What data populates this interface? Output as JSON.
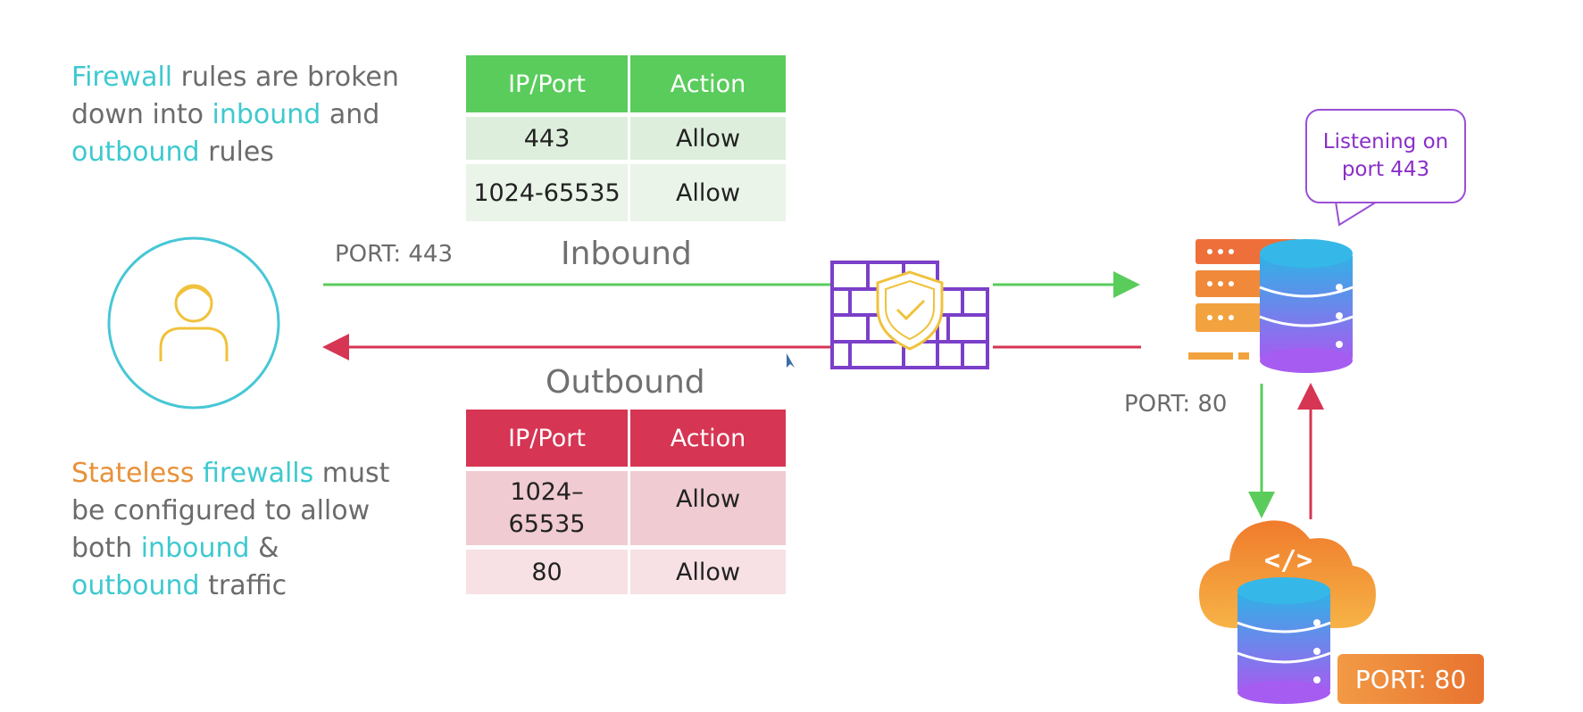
{
  "intro": {
    "w1": "Firewall",
    "w2": " rules are broken down into ",
    "w3": "inbound",
    "w4": " and ",
    "w5": "outbound",
    "w6": " rules"
  },
  "stateless": {
    "w1": "Stateless",
    "w2": " ",
    "w3": "firewalls",
    "w4": " must be configured to allow both ",
    "w5": "inbound",
    "w6": " & ",
    "w7": "outbound",
    "w8": " traffic"
  },
  "inbound_table": {
    "headers": [
      "IP/Port",
      "Action"
    ],
    "rows": [
      [
        "443",
        "Allow"
      ],
      [
        "1024-65535",
        "Allow"
      ]
    ]
  },
  "outbound_table": {
    "headers": [
      "IP/Port",
      "Action"
    ],
    "rows": [
      [
        "1024–\n65535",
        "Allow"
      ],
      [
        "80",
        "Allow"
      ]
    ]
  },
  "labels": {
    "inbound": "Inbound",
    "outbound": "Outbound",
    "port_443": "PORT: 443",
    "port_80_server": "PORT: 80",
    "port_80_badge": "PORT: 80",
    "listening": "Listening on port 443"
  },
  "colors": {
    "accent_cyan": "#3ec9cf",
    "accent_orange": "#e8913a",
    "inbound_green": "#5acc5c",
    "outbound_red": "#d63553",
    "firewall_purple": "#7b3fc9"
  }
}
